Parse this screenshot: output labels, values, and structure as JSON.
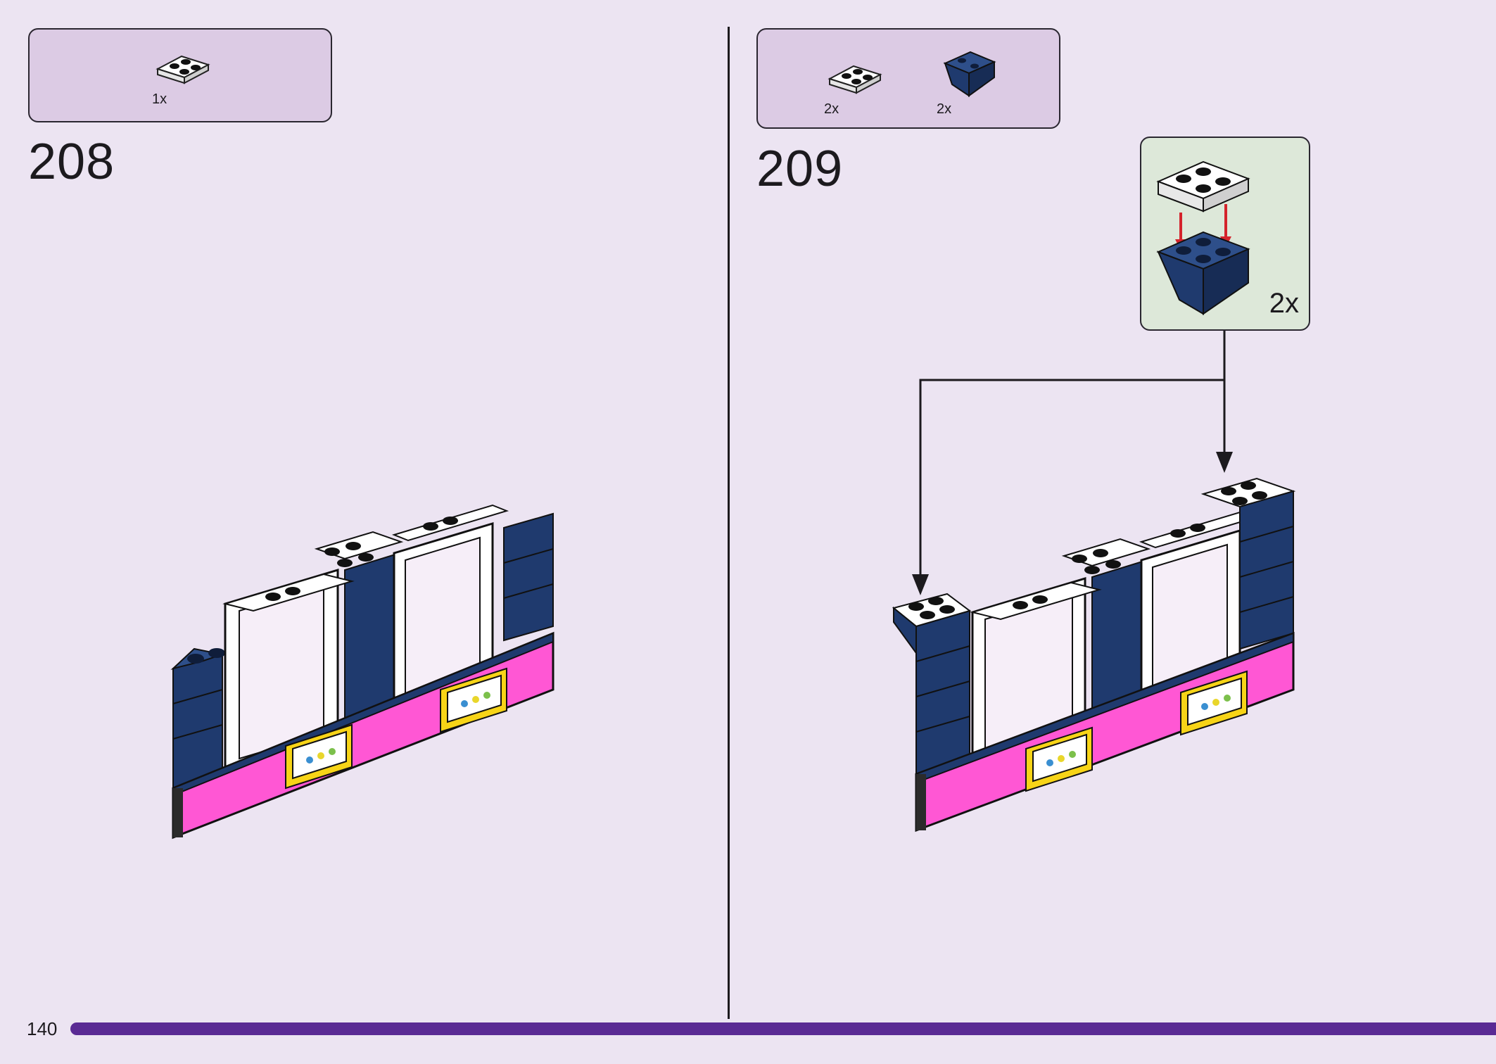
{
  "page": {
    "number": "140"
  },
  "steps": [
    {
      "number": "208",
      "parts": [
        {
          "icon": "white-plate-2x2-icon",
          "count": "1x"
        }
      ]
    },
    {
      "number": "209",
      "parts": [
        {
          "icon": "white-plate-2x2-icon",
          "count": "2x"
        },
        {
          "icon": "blue-inverted-slope-icon",
          "count": "2x"
        }
      ],
      "subassembly": {
        "multiplier": "2x"
      }
    }
  ],
  "colors": {
    "background": "#ece4f2",
    "parts_box": "#dccbe4",
    "callout": "#dde8d9",
    "dark_blue_brick": "#1f3a6e",
    "magenta_brick": "#ff57d4",
    "yellow_brick": "#f7d417",
    "progress_bar": "#5a2a94",
    "arrow_red": "#d4232c"
  }
}
